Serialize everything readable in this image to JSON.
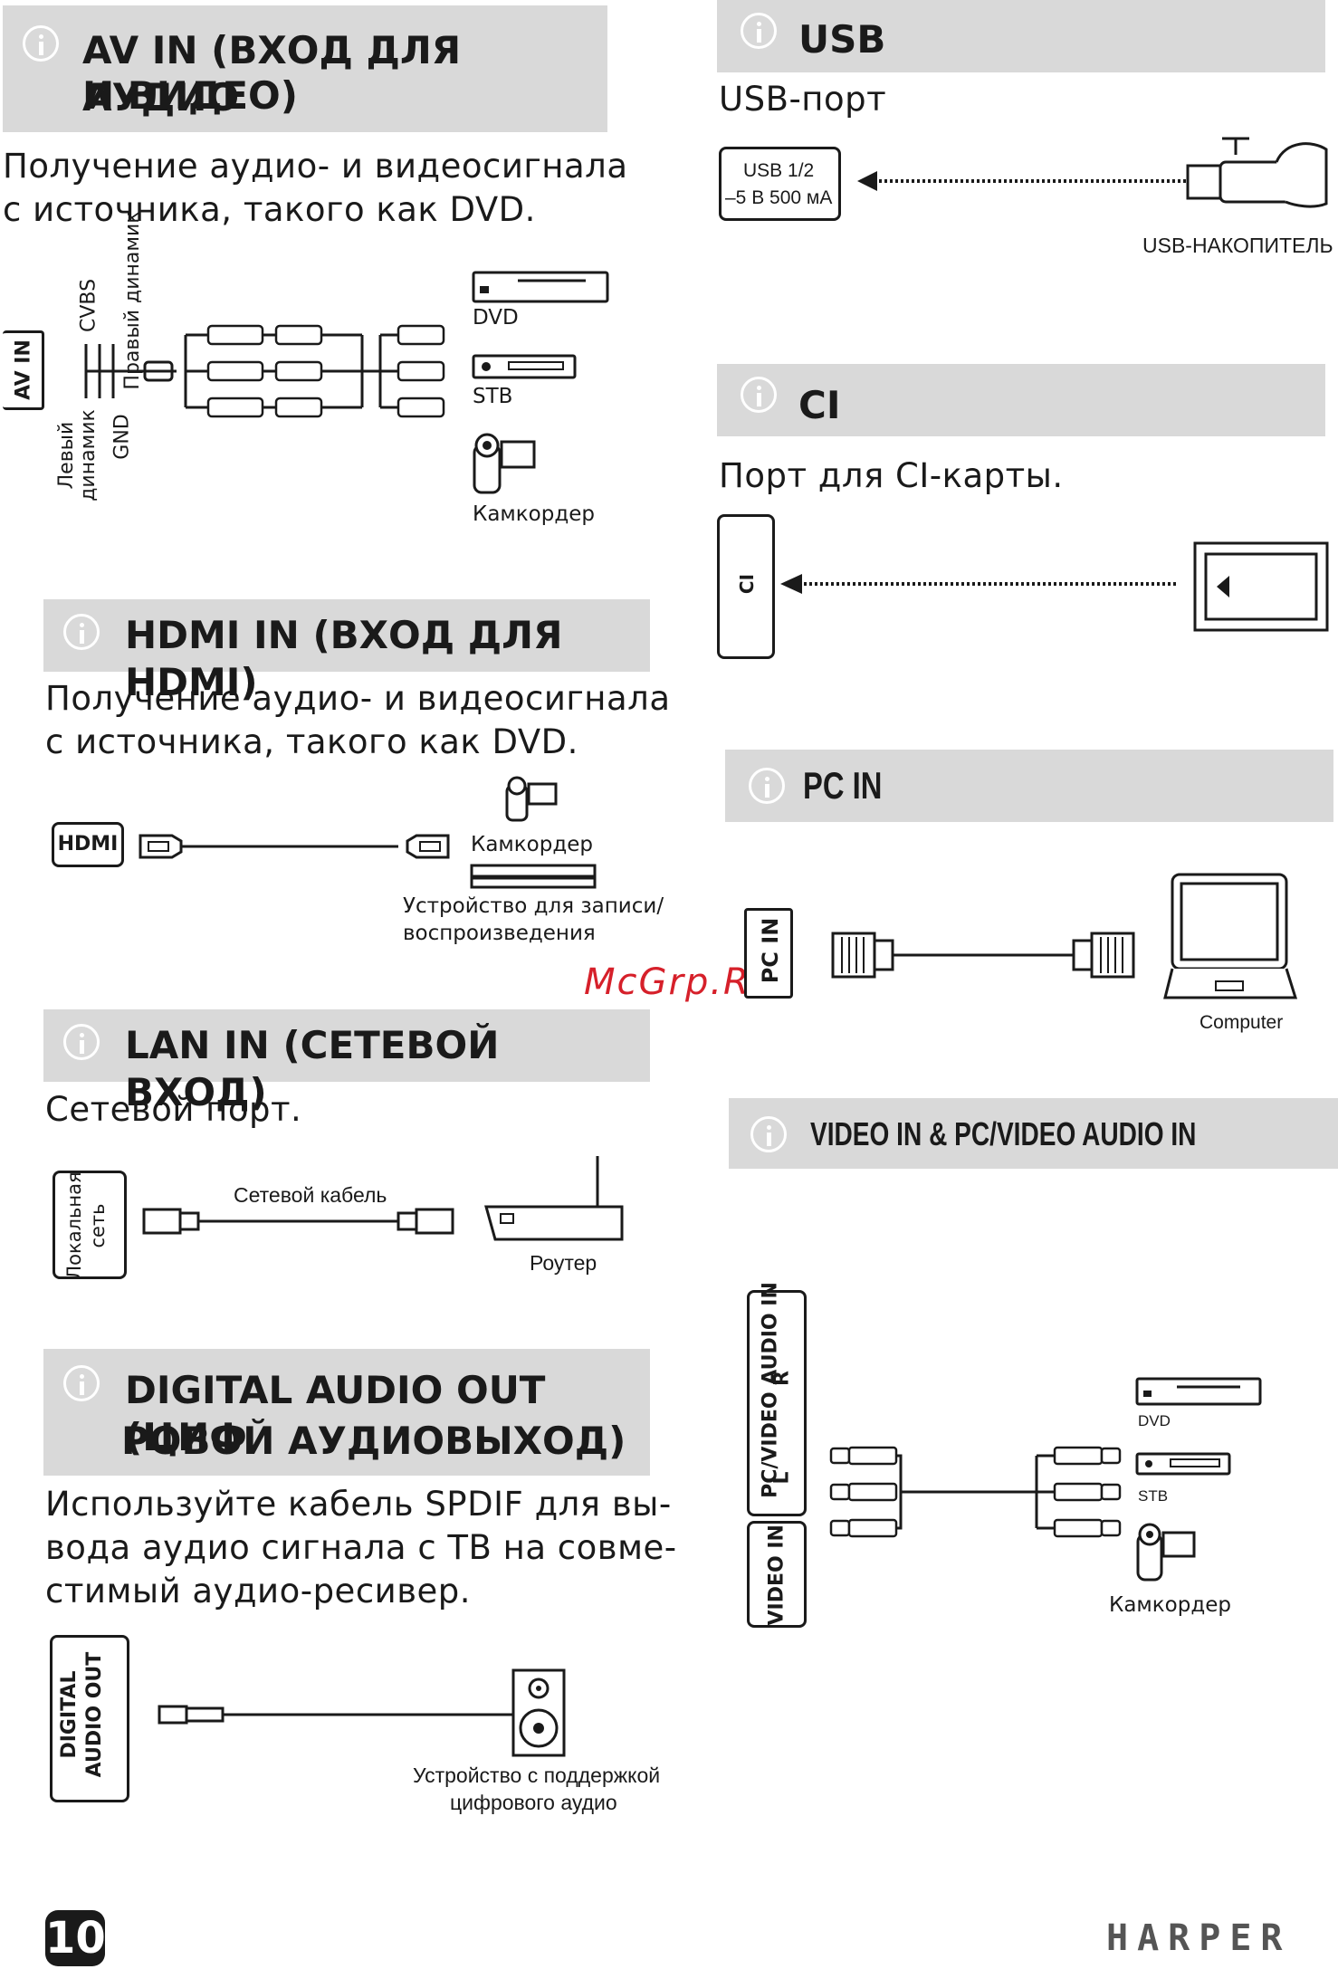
{
  "sections": {
    "av_in": {
      "title_line1": "AV IN (ВХОД ДЛЯ АУДИО",
      "title_line2": "И ВИДЕО)",
      "text_line1": "Получение аудио- и видеосигнала",
      "text_line2": "с источника, такого как DVD.",
      "port": "AV IN",
      "pin_cvbs": "CVBS",
      "pin_right": "Правый динамик",
      "pin_left": "Левый динамик",
      "pin_gnd": "GND",
      "dev_dvd": "DVD",
      "dev_stb": "STB",
      "dev_cam": "Камкордер"
    },
    "hdmi_in": {
      "title": "HDMI IN (ВХОД ДЛЯ HDMI)",
      "text_line1": "Получение аудио- и видеосигнала",
      "text_line2": "с источника, такого как DVD.",
      "port": "HDMI",
      "dev_cam": "Камкордер",
      "dev_rec_line1": "Устройство для записи/",
      "dev_rec_line2": "воспроизведения"
    },
    "lan_in": {
      "title": "LAN IN (СЕТЕВОЙ ВХОД)",
      "text": "Сетевой порт.",
      "port": "Локальная сеть",
      "cable": "Сетевой кабель",
      "dev_router": "Роутер"
    },
    "digital_audio_out": {
      "title_line1": "DIGITAL AUDIO OUT (ЦИФ",
      "title_line2": "РОВОЙ АУДИОВЫХОД)",
      "text_line1": "Используйте кабель SPDIF для вы-",
      "text_line2": "вода аудио сигнала с ТВ на совме-",
      "text_line3": "стимый аудио-ресивер.",
      "port": "DIGITAL AUDIO OUT",
      "dev_line1": "Устройство с поддержкой",
      "dev_line2": "цифрового аудио"
    },
    "usb": {
      "title": "USB",
      "text": "USB-порт",
      "port_line1": "USB 1/2",
      "port_line2": "–5 В 500 мА",
      "dev": "USB-НАКОПИТЕЛЬ"
    },
    "ci": {
      "title": "CI",
      "text": "Порт для CI-карты.",
      "port": "CI"
    },
    "pc_in": {
      "title": "PC IN",
      "port": "PC IN",
      "dev": "Computer"
    },
    "video_in": {
      "title": "VIDEO IN & PC/VIDEO AUDIO IN",
      "port_audio": "PC/VIDEO AUDIO IN",
      "ch_l": "L",
      "ch_r": "R",
      "port_video": "VIDEO IN",
      "dev_dvd": "DVD",
      "dev_stb": "STB",
      "dev_cam": "Камкордер"
    }
  },
  "watermark": "McGrp.Ru",
  "page_number": "10",
  "brand": "HARPER",
  "colors": {
    "header_bg": "#d9d9d9",
    "watermark": "#d6202a",
    "ink": "#1a1a1a"
  }
}
